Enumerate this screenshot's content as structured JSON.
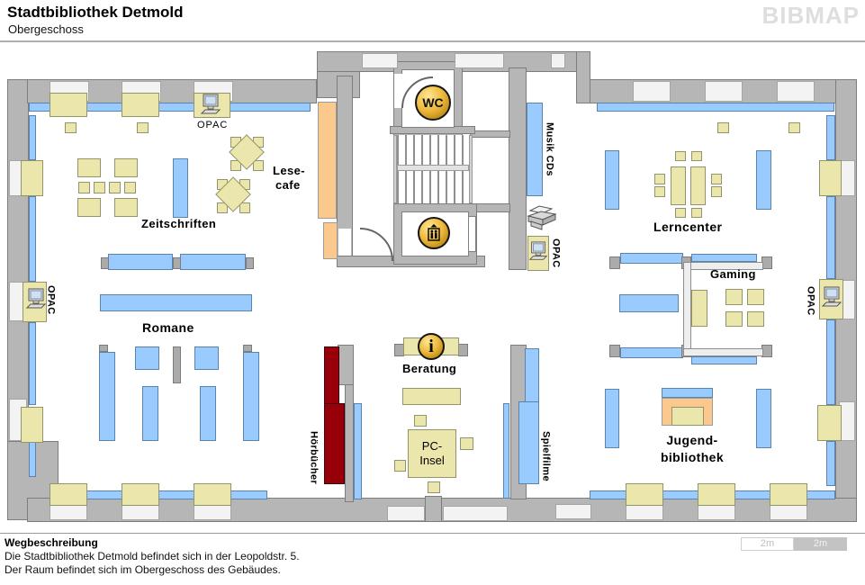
{
  "header": {
    "title": "Stadtbibliothek Detmold",
    "subtitle": "Obergeschoss",
    "logo": "BIBMAP"
  },
  "footer": {
    "heading": "Wegbeschreibung",
    "line1": "Die Stadtbibliothek Detmold befindet sich in der Leopoldstr. 5.",
    "line2": "Der Raum befindet sich im Obergeschoss des Gebäudes.",
    "scale": {
      "left": "2m",
      "right": "2m"
    }
  },
  "rooms": {
    "zeitschriften": "Zeitschriften",
    "lesecafe_1": "Lese-",
    "lesecafe_2": "cafe",
    "romane": "Romane",
    "lerncenter": "Lerncenter",
    "gaming": "Gaming",
    "beratung": "Beratung",
    "pc_insel_1": "PC-",
    "pc_insel_2": "Insel",
    "jugend_1": "Jugend-",
    "jugend_2": "bibliothek",
    "hoerbuecher": "Hörbücher",
    "spielfilme": "Spielfilme",
    "musik_cds": "Musik CDs"
  },
  "stations": {
    "opac_top": "OPAC",
    "opac_left": "OPAC",
    "opac_center": "OPAC",
    "opac_right": "OPAC",
    "wc": "WC",
    "info": "i"
  },
  "icons": {
    "opac_station": "computer-icon",
    "copier": "printer-icon",
    "lift": "elevator-icon",
    "toilet": "wc-icon",
    "consulting": "info-icon"
  },
  "colors": {
    "shelf_blue": "#99CBFF",
    "furniture_beige": "#EBE6AB",
    "wall_gray": "#B6B6B6",
    "counter_orange": "#FBC88E",
    "audiobooks_red": "#970008",
    "icon_gold": "#EDB83A"
  }
}
